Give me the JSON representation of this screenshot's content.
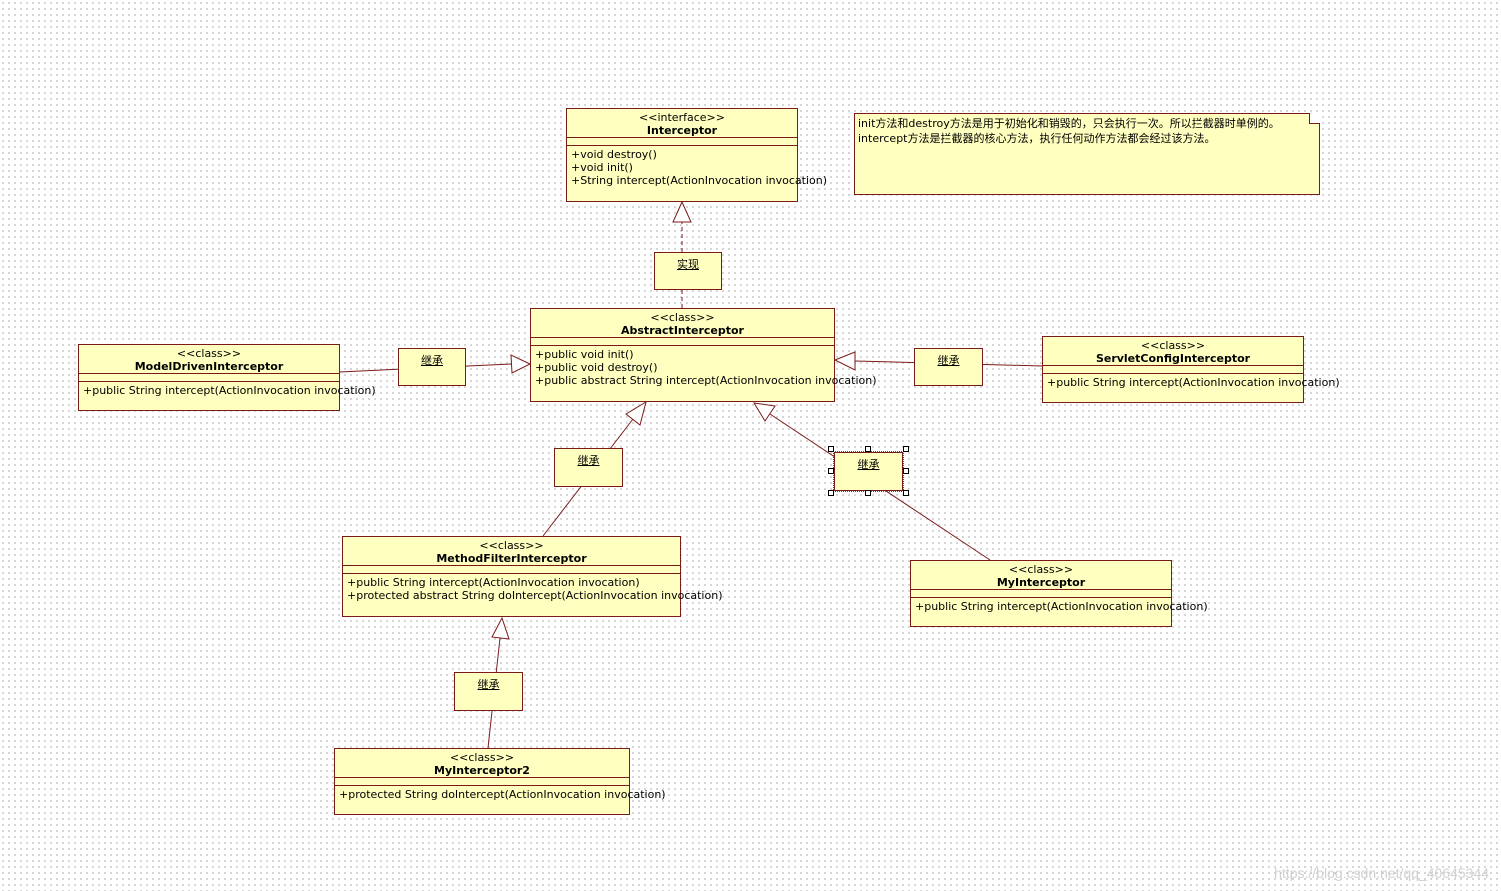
{
  "classes": {
    "interceptor": {
      "stereotype": "<<interface>>",
      "name": "Interceptor",
      "ops": [
        "+void destroy()",
        "+void init()",
        "+String intercept(ActionInvocation invocation)"
      ]
    },
    "abstract_interceptor": {
      "stereotype": "<<class>>",
      "name": "AbstractInterceptor",
      "ops": [
        "+public void init()",
        "+public void destroy()",
        "+public abstract String intercept(ActionInvocation invocation)"
      ]
    },
    "model_driven": {
      "stereotype": "<<class>>",
      "name": "ModelDrivenInterceptor",
      "ops": [
        "+public String intercept(ActionInvocation invocation)"
      ]
    },
    "servlet_config": {
      "stereotype": "<<class>>",
      "name": "ServletConfigInterceptor",
      "ops": [
        "+public String intercept(ActionInvocation invocation)"
      ]
    },
    "method_filter": {
      "stereotype": "<<class>>",
      "name": "MethodFilterInterceptor",
      "ops": [
        "+public String intercept(ActionInvocation invocation)",
        "+protected abstract String doIntercept(ActionInvocation invocation)"
      ]
    },
    "my_interceptor": {
      "stereotype": "<<class>>",
      "name": "MyInterceptor",
      "ops": [
        "+public String intercept(ActionInvocation invocation)"
      ]
    },
    "my_interceptor2": {
      "stereotype": "<<class>>",
      "name": "MyInterceptor2",
      "ops": [
        "+protected String doIntercept(ActionInvocation invocation)"
      ]
    }
  },
  "labels": {
    "implements": "实现",
    "extends": "继承"
  },
  "note": {
    "line1": "init方法和destroy方法是用于初始化和销毁的，只会执行一次。所以拦截器时单例的。",
    "line2": "intercept方法是拦截器的核心方法，执行任何动作方法都会经过该方法。"
  },
  "watermark": "https://blog.csdn.net/qq_40645344",
  "colors": {
    "box_fill": "#ffffc0",
    "border": "#7a1a1a"
  }
}
